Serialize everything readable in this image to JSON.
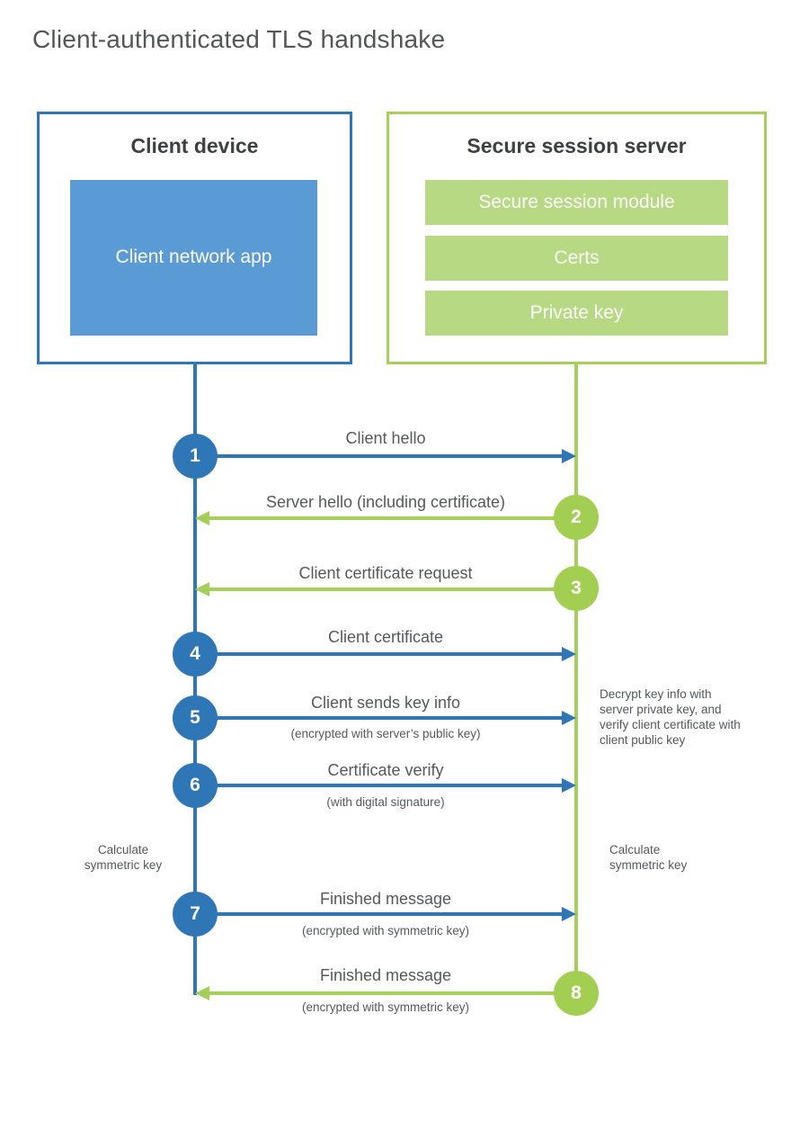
{
  "title": "Client-authenticated TLS handshake",
  "client": {
    "title": "Client device",
    "app_label": "Client network app"
  },
  "server": {
    "title": "Secure session server",
    "modules": {
      "0": {
        "label": "Secure session module"
      },
      "1": {
        "label": "Certs"
      },
      "2": {
        "label": "Private key"
      }
    }
  },
  "steps": {
    "0": {
      "number": "1",
      "label": "Client hello",
      "direction": "client-to-server"
    },
    "1": {
      "number": "2",
      "label": "Server hello (including certificate)",
      "direction": "server-to-client"
    },
    "2": {
      "number": "3",
      "label": "Client certificate request",
      "direction": "server-to-client"
    },
    "3": {
      "number": "4",
      "label": "Client certificate",
      "direction": "client-to-server"
    },
    "4": {
      "number": "5",
      "label": "Client sends key info",
      "sublabel": "(encrypted with server’s public key)",
      "direction": "client-to-server"
    },
    "5": {
      "number": "6",
      "label": "Certificate verify",
      "sublabel": "(with digital signature)",
      "direction": "client-to-server"
    },
    "6": {
      "number": "7",
      "label": "Finished message",
      "sublabel": "(encrypted with symmetric key)",
      "direction": "client-to-server"
    },
    "7": {
      "number": "8",
      "label": "Finished message",
      "sublabel": "(encrypted with symmetric key)",
      "direction": "server-to-client"
    }
  },
  "annotations": {
    "decrypt_note": "Decrypt key info with server private key, and verify client certificate with client public key",
    "calculate_left": "Calculate symmetric key",
    "calculate_right": "Calculate symmetric key"
  },
  "colors": {
    "client_primary": "#2e76b6",
    "client_fill": "#5b9bd5",
    "server_primary": "#a4d05a",
    "server_fill": "#b7d983",
    "text_dark": "#3e4043",
    "text_gray": "#56585b"
  }
}
